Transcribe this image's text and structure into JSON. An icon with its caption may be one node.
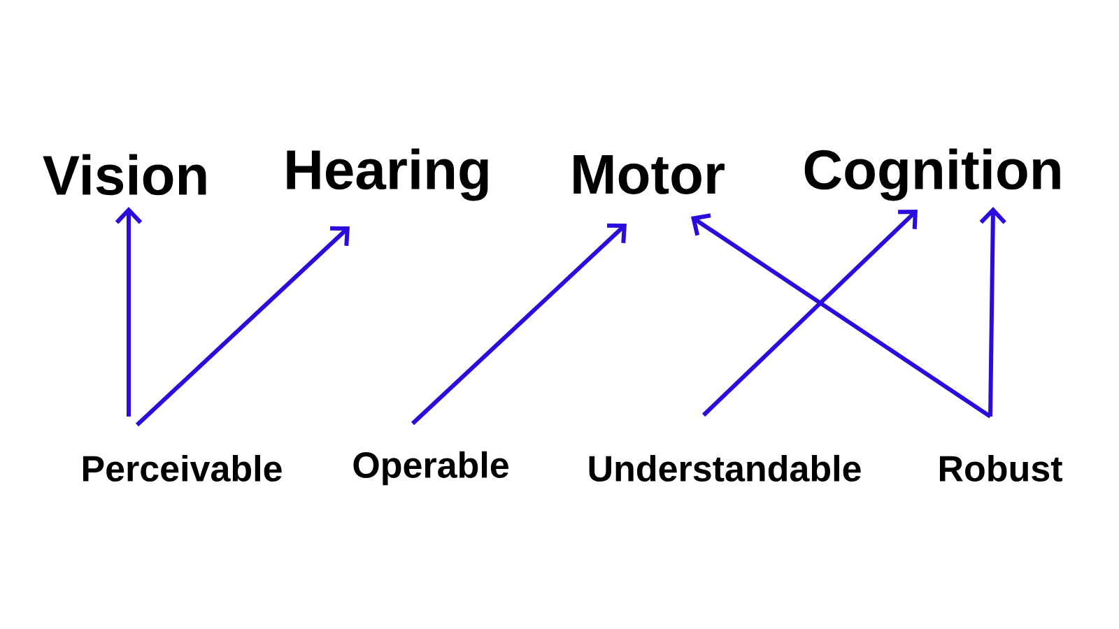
{
  "diagram": {
    "nodes": [
      {
        "text": [
          "Vision"
        ]
      },
      {
        "text": [
          "Hearing"
        ]
      },
      {
        "text": [
          "Motor"
        ]
      },
      {
        "text": [
          "Cognition"
        ]
      },
      {
        "text": [
          "Perceivable"
        ]
      },
      {
        "text": [
          "Operable"
        ]
      },
      {
        "text": [
          "Understandable"
        ]
      },
      {
        "text": [
          "Robust"
        ]
      }
    ],
    "edges": [
      {
        "from": 4,
        "to": 0,
        "arrow": "to"
      },
      {
        "from": 4,
        "to": 1,
        "arrow": "to"
      },
      {
        "from": 5,
        "to": 2,
        "arrow": "to"
      },
      {
        "from": 6,
        "to": 3,
        "arrow": "to"
      },
      {
        "from": 7,
        "to": 2,
        "arrow": "to"
      },
      {
        "from": 7,
        "to": 3,
        "arrow": "to"
      }
    ]
  }
}
